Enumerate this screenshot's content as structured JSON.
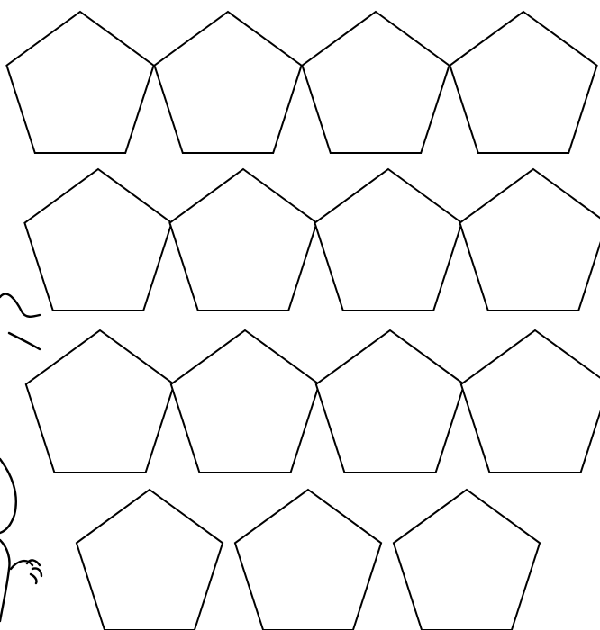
{
  "sheet": {
    "shape": "pentagon",
    "rows": [
      {
        "count": 4
      },
      {
        "count": 4
      },
      {
        "count": 4
      },
      {
        "count": 3
      }
    ],
    "stroke_color": "#000000",
    "fill_color": "#ffffff",
    "background": "#ffffff"
  },
  "decoration": {
    "left_margin_doodle": "hand-drawn-figure"
  }
}
